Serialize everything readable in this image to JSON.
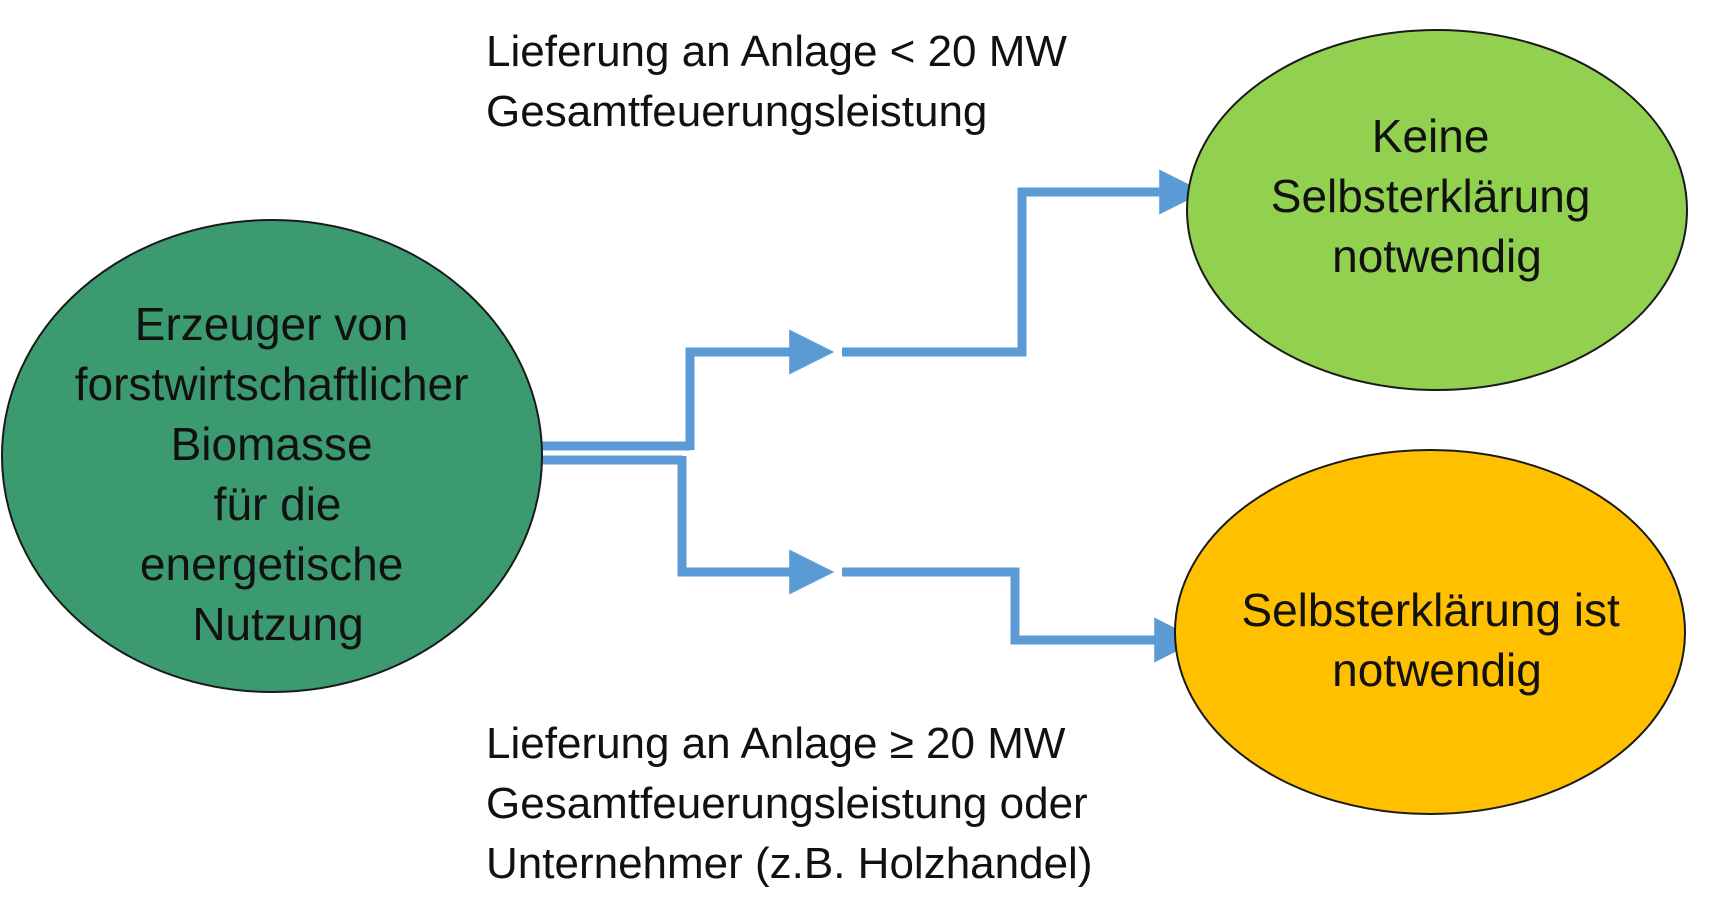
{
  "diagram": {
    "source_node": {
      "lines": [
        "Erzeuger von",
        "forstwirtschaftlicher",
        "Biomasse",
        "für die",
        "energetische",
        "Nutzung"
      ],
      "color": "#3C9A71"
    },
    "target_top": {
      "lines": [
        "Keine",
        "Selbsterklärung",
        "notwendig"
      ],
      "color": "#92D050"
    },
    "target_bottom": {
      "lines": [
        "Selbsterklärung ist",
        "notwendig"
      ],
      "color": "#FFC000"
    },
    "label_top": {
      "lines": [
        "Lieferung an Anlage < 20 MW",
        "Gesamtfeuerungsleistung"
      ]
    },
    "label_bottom": {
      "lines": [
        "Lieferung an Anlage ≥ 20 MW",
        "Gesamtfeuerungsleistung oder",
        "Unternehmer (z.B. Holzhandel)"
      ]
    },
    "arrow_color": "#5B9BD5"
  }
}
